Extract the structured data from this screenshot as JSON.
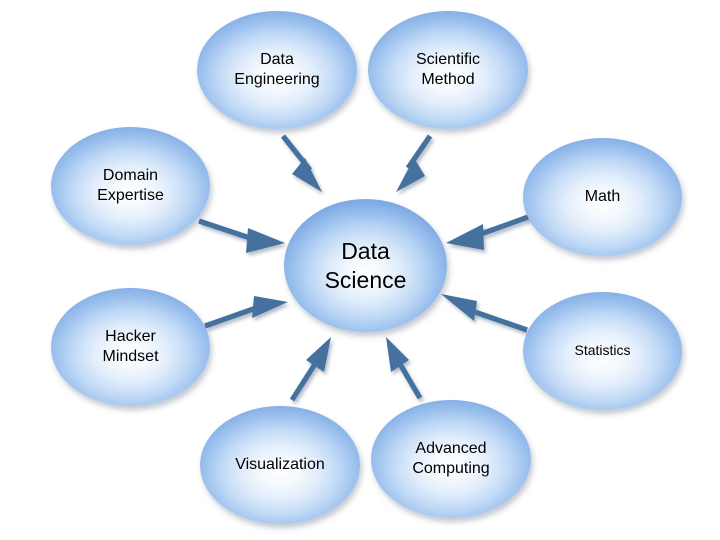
{
  "diagram": {
    "title": "Data Science",
    "background_color": "#ffffff",
    "arrow_color": "#44719e",
    "node_edge_color": "#81abe4",
    "node_center_color": "#fdfeff",
    "center": {
      "id": "data-science",
      "label": "Data\nScience"
    },
    "satellites": [
      {
        "id": "data-engineering",
        "label": "Data\nEngineering"
      },
      {
        "id": "scientific-method",
        "label": "Scientific\nMethod"
      },
      {
        "id": "domain-expertise",
        "label": "Domain\nExpertise"
      },
      {
        "id": "math",
        "label": "Math"
      },
      {
        "id": "hacker-mindset",
        "label": "Hacker\nMindset"
      },
      {
        "id": "statistics",
        "label": "Statistics"
      },
      {
        "id": "visualization",
        "label": "Visualization"
      },
      {
        "id": "advanced-computing",
        "label": "Advanced\nComputing"
      }
    ],
    "arrows": [
      {
        "from": "data-engineering",
        "to": "data-science",
        "direction": "down-right"
      },
      {
        "from": "scientific-method",
        "to": "data-science",
        "direction": "down-left"
      },
      {
        "from": "domain-expertise",
        "to": "data-science",
        "direction": "right-down"
      },
      {
        "from": "math",
        "to": "data-science",
        "direction": "left-down"
      },
      {
        "from": "hacker-mindset",
        "to": "data-science",
        "direction": "right-up"
      },
      {
        "from": "statistics",
        "to": "data-science",
        "direction": "left-up"
      },
      {
        "from": "visualization",
        "to": "data-science",
        "direction": "up-right"
      },
      {
        "from": "advanced-computing",
        "to": "data-science",
        "direction": "up-left"
      }
    ]
  }
}
